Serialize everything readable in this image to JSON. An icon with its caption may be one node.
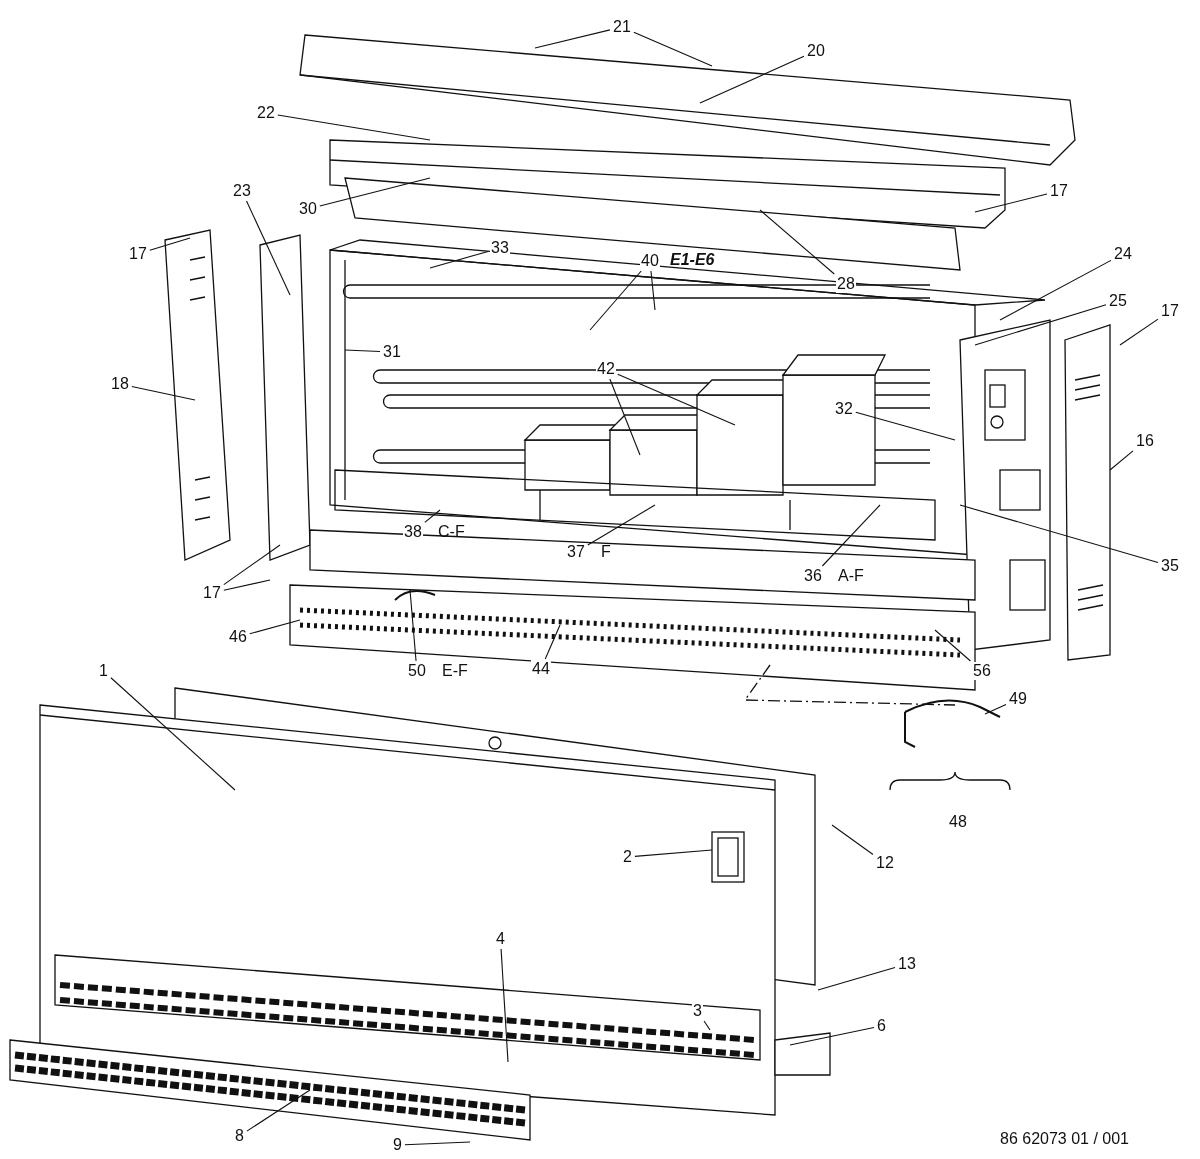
{
  "diagram": {
    "nodes": [
      {
        "text": [
          "21"
        ]
      },
      {
        "text": [
          "20"
        ]
      },
      {
        "text": [
          "22"
        ]
      },
      {
        "text": [
          "23"
        ]
      },
      {
        "text": [
          "17"
        ]
      },
      {
        "text": [
          "30"
        ]
      },
      {
        "text": [
          "17"
        ]
      },
      {
        "text": [
          "33"
        ]
      },
      {
        "text": [
          "40"
        ],
        "beside": [
          "E1-E6"
        ]
      },
      {
        "text": [
          "24"
        ]
      },
      {
        "text": [
          "28"
        ]
      },
      {
        "text": [
          "25"
        ]
      },
      {
        "text": [
          "17"
        ]
      },
      {
        "text": [
          "31"
        ]
      },
      {
        "text": [
          "18"
        ]
      },
      {
        "text": [
          "42"
        ]
      },
      {
        "text": [
          "32"
        ]
      },
      {
        "text": [
          "16"
        ]
      },
      {
        "text": [
          "38"
        ],
        "beside": [
          "C-F"
        ]
      },
      {
        "text": [
          "37"
        ],
        "beside": [
          "F"
        ]
      },
      {
        "text": [
          "36"
        ],
        "beside": [
          "A-F"
        ]
      },
      {
        "text": [
          "35"
        ]
      },
      {
        "text": [
          "17"
        ]
      },
      {
        "text": [
          "46"
        ]
      },
      {
        "text": [
          "50"
        ],
        "beside": [
          "E-F"
        ]
      },
      {
        "text": [
          "44"
        ]
      },
      {
        "text": [
          "56"
        ]
      },
      {
        "text": [
          "49"
        ]
      },
      {
        "text": [
          "1"
        ]
      },
      {
        "text": [
          "48"
        ]
      },
      {
        "text": [
          "12"
        ]
      },
      {
        "text": [
          "2"
        ]
      },
      {
        "text": [
          "4"
        ]
      },
      {
        "text": [
          "13"
        ]
      },
      {
        "text": [
          "3"
        ]
      },
      {
        "text": [
          "6"
        ]
      },
      {
        "text": [
          "8"
        ]
      },
      {
        "text": [
          "9"
        ]
      }
    ],
    "edges": [
      {
        "from": 0,
        "to": null,
        "arrow": "none"
      },
      {
        "from": 0,
        "to": null,
        "arrow": "none"
      },
      {
        "from": 1,
        "to": null,
        "arrow": "none"
      },
      {
        "from": 2,
        "to": null,
        "arrow": "none"
      },
      {
        "from": 3,
        "to": null,
        "arrow": "none"
      },
      {
        "from": 4,
        "to": null,
        "arrow": "none"
      },
      {
        "from": 5,
        "to": null,
        "arrow": "none"
      },
      {
        "from": 6,
        "to": null,
        "arrow": "none"
      },
      {
        "from": 7,
        "to": null,
        "arrow": "none"
      },
      {
        "from": 8,
        "to": null,
        "arrow": "none"
      },
      {
        "from": 8,
        "to": null,
        "arrow": "none"
      },
      {
        "from": 9,
        "to": null,
        "arrow": "none"
      },
      {
        "from": 10,
        "to": null,
        "arrow": "none"
      },
      {
        "from": 11,
        "to": null,
        "arrow": "none"
      },
      {
        "from": 12,
        "to": null,
        "arrow": "none"
      },
      {
        "from": 13,
        "to": null,
        "arrow": "none"
      },
      {
        "from": 14,
        "to": null,
        "arrow": "none"
      },
      {
        "from": 15,
        "to": null,
        "arrow": "none"
      },
      {
        "from": 15,
        "to": null,
        "arrow": "none"
      },
      {
        "from": 16,
        "to": null,
        "arrow": "none"
      },
      {
        "from": 17,
        "to": null,
        "arrow": "none"
      },
      {
        "from": 18,
        "to": null,
        "arrow": "none"
      },
      {
        "from": 19,
        "to": null,
        "arrow": "none"
      },
      {
        "from": 20,
        "to": null,
        "arrow": "none"
      },
      {
        "from": 21,
        "to": null,
        "arrow": "none"
      },
      {
        "from": 22,
        "to": null,
        "arrow": "none"
      },
      {
        "from": 22,
        "to": null,
        "arrow": "none"
      },
      {
        "from": 23,
        "to": null,
        "arrow": "none"
      },
      {
        "from": 24,
        "to": null,
        "arrow": "none"
      },
      {
        "from": 25,
        "to": null,
        "arrow": "none"
      },
      {
        "from": 26,
        "to": null,
        "arrow": "none"
      },
      {
        "from": 27,
        "to": null,
        "arrow": "none"
      },
      {
        "from": 28,
        "to": null,
        "arrow": "none"
      },
      {
        "from": 30,
        "to": null,
        "arrow": "none"
      },
      {
        "from": 31,
        "to": null,
        "arrow": "none"
      },
      {
        "from": 32,
        "to": null,
        "arrow": "none"
      },
      {
        "from": 33,
        "to": null,
        "arrow": "none"
      },
      {
        "from": 34,
        "to": null,
        "arrow": "none"
      },
      {
        "from": 35,
        "to": null,
        "arrow": "none"
      },
      {
        "from": 36,
        "to": null,
        "arrow": "none"
      },
      {
        "from": 37,
        "to": null,
        "arrow": "none"
      }
    ],
    "labels": [
      "86 62073 01 / 001"
    ]
  }
}
